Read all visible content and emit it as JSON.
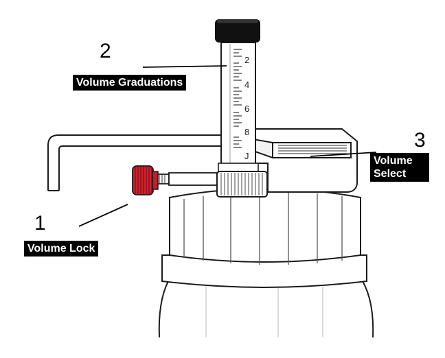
{
  "callouts": [
    {
      "number": "1",
      "label": "Volume Lock"
    },
    {
      "number": "2",
      "label": "Volume Graduations"
    },
    {
      "number": "3",
      "label_line1": "Volume",
      "label_line2": "Select"
    }
  ],
  "graduations": [
    "2",
    "4",
    "6",
    "8",
    "J"
  ],
  "colors": {
    "lock_knob": "#d0202e",
    "cap": "#111111",
    "outline": "#1a1a1a",
    "label_bg": "#000000",
    "label_text": "#ffffff"
  }
}
